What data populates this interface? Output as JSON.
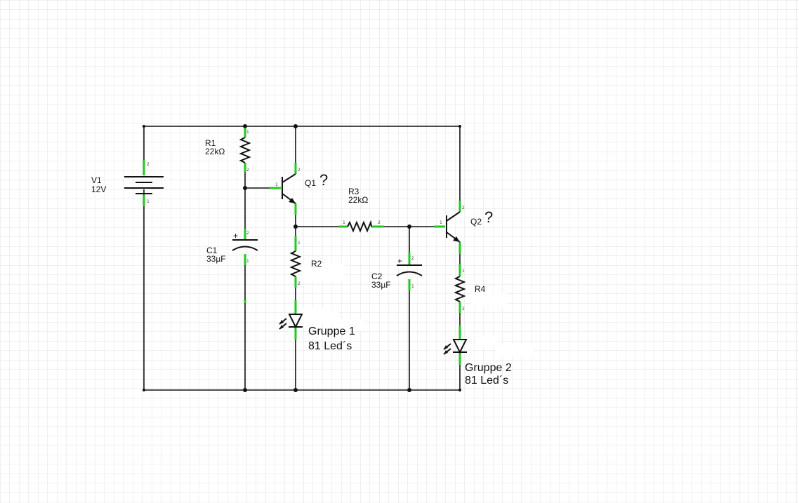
{
  "components": {
    "v1": {
      "ref": "V1",
      "value": "12V"
    },
    "r1": {
      "ref": "R1",
      "value": "22kΩ"
    },
    "q1": {
      "ref": "Q1",
      "mark": "?"
    },
    "r3": {
      "ref": "R3",
      "value": "22kΩ"
    },
    "q2": {
      "ref": "Q2",
      "mark": "?"
    },
    "c1": {
      "ref": "C1",
      "value": "33µF",
      "polarity": "+"
    },
    "r2": {
      "ref": "R2"
    },
    "c2": {
      "ref": "C2",
      "value": "33µF",
      "polarity": "+"
    },
    "r4": {
      "ref": "R4"
    },
    "led1": {
      "line1": "Gruppe 1",
      "line2": "81 Led´s"
    },
    "led2": {
      "line1": "Gruppe 2",
      "line2": "81 Led´s"
    }
  },
  "pin_numbers": {
    "one": "1",
    "two": "2"
  },
  "colors": {
    "wire": "#111111",
    "pin": "#22c822",
    "grid": "#e6e6e6",
    "background": "#ffffff"
  }
}
